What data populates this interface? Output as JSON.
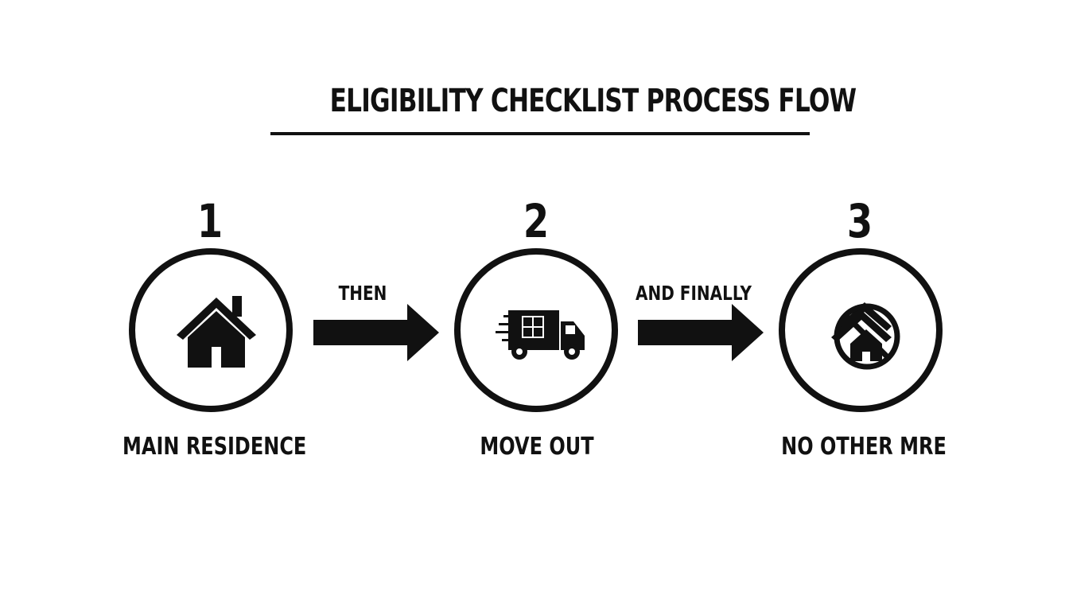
{
  "diagram": {
    "title": "ELIGIBILITY CHECKLIST PROCESS FLOW",
    "steps": [
      {
        "number": "1",
        "label": "MAIN RESIDENCE",
        "icon": "house-icon"
      },
      {
        "number": "2",
        "label": "MOVE OUT",
        "icon": "moving-truck-icon"
      },
      {
        "number": "3",
        "label": "NO OTHER MRE",
        "icon": "no-house-icon"
      }
    ],
    "connectors": [
      {
        "label": "THEN"
      },
      {
        "label": "AND FINALLY"
      }
    ],
    "colors": {
      "ink": "#111111",
      "background": "#ffffff"
    }
  }
}
